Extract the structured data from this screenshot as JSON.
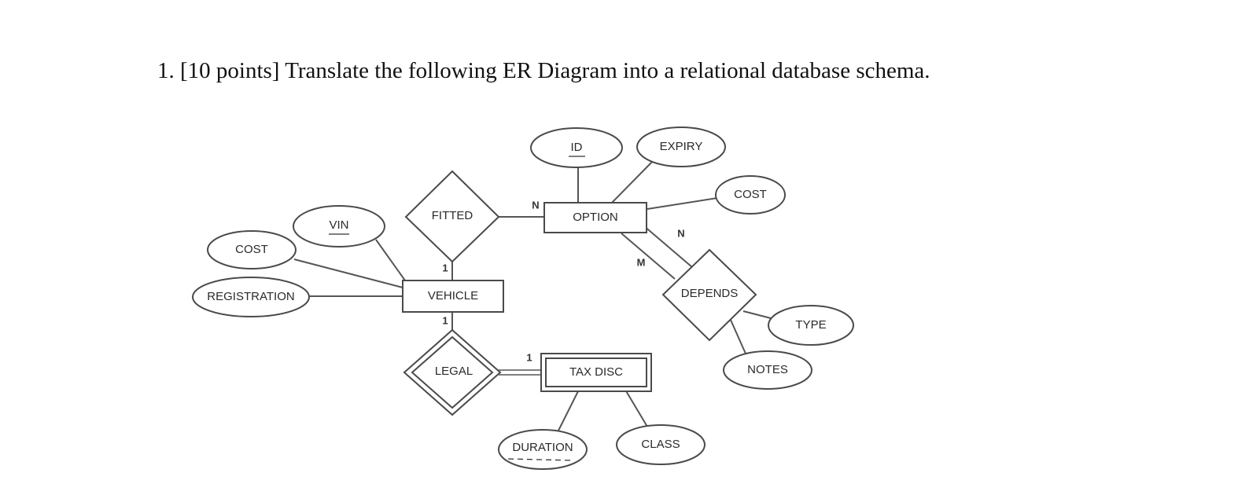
{
  "question": {
    "text": "1. [10 points] Translate the following ER Diagram into a relational database schema."
  },
  "entities": {
    "vehicle": "VEHICLE",
    "option": "OPTION",
    "tax_disc": "TAX DISC"
  },
  "relationships": {
    "fitted": "FITTED",
    "depends": "DEPENDS",
    "legal": "LEGAL"
  },
  "attributes": {
    "id": "ID",
    "expiry": "EXPIRY",
    "option_cost": "COST",
    "vin": "VIN",
    "vehicle_cost": "COST",
    "registration": "REGISTRATION",
    "type": "TYPE",
    "notes": "NOTES",
    "duration": "DURATION",
    "class": "CLASS"
  },
  "cardinalities": {
    "fitted_option": "N",
    "fitted_vehicle": "1",
    "depends_n": "N",
    "depends_m": "M",
    "legal_vehicle": "1",
    "legal_taxdisc": "1"
  }
}
